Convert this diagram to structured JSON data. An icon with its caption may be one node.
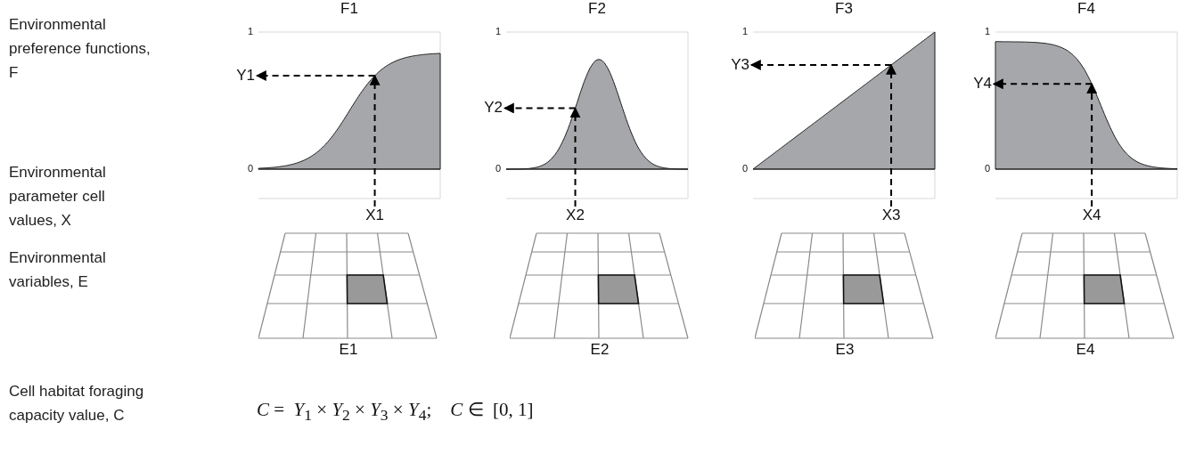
{
  "diagram": {
    "nodes": [
      {
        "text": [
          "F1"
        ]
      },
      {
        "text": [
          "Y1"
        ]
      },
      {
        "text": [
          "X1"
        ]
      },
      {
        "text": [
          "E1"
        ]
      },
      {
        "text": [
          "F2"
        ]
      },
      {
        "text": [
          "Y2"
        ]
      },
      {
        "text": [
          "X2"
        ]
      },
      {
        "text": [
          "E2"
        ]
      },
      {
        "text": [
          "F3"
        ]
      },
      {
        "text": [
          "Y3"
        ]
      },
      {
        "text": [
          "X3"
        ]
      },
      {
        "text": [
          "E3"
        ]
      },
      {
        "text": [
          "F4"
        ]
      },
      {
        "text": [
          "Y4"
        ]
      },
      {
        "text": [
          "X4"
        ]
      },
      {
        "text": [
          "E4"
        ]
      }
    ],
    "edges": [
      {
        "from": 2,
        "to": 0,
        "arrow": "to",
        "style": "dashed"
      },
      {
        "from": 0,
        "to": 1,
        "arrow": "to",
        "style": "dashed"
      },
      {
        "from": 6,
        "to": 4,
        "arrow": "to",
        "style": "dashed"
      },
      {
        "from": 4,
        "to": 5,
        "arrow": "to",
        "style": "dashed"
      },
      {
        "from": 10,
        "to": 8,
        "arrow": "to",
        "style": "dashed"
      },
      {
        "from": 8,
        "to": 9,
        "arrow": "to",
        "style": "dashed"
      },
      {
        "from": 14,
        "to": 12,
        "arrow": "to",
        "style": "dashed"
      },
      {
        "from": 12,
        "to": 13,
        "arrow": "to",
        "style": "dashed"
      }
    ],
    "labels": [
      "Environmental preference functions, F",
      "Environmental parameter cell values, X",
      "Environmental variables, E",
      "Cell habitat foraging capacity value, C",
      "1",
      "0",
      "1",
      "0",
      "1",
      "0",
      "1",
      "0",
      "*C* =  *Y*$_{1}$ × *Y*$_{2}$ × *Y*$_{3}$ × *Y*$_{4}$;    *C* ∈  [0, 1]"
    ]
  }
}
